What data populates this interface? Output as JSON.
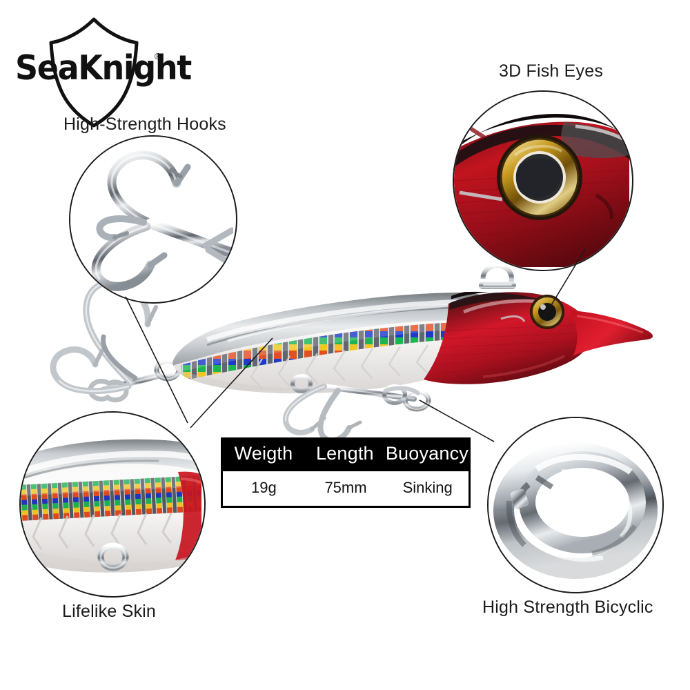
{
  "brand": {
    "name": "SeaKnight",
    "registered_mark": "®",
    "logo_shape": "shield-outline"
  },
  "callouts": [
    {
      "id": "hooks",
      "label": "High-Strength Hooks",
      "detail": "chrome-treble-hook"
    },
    {
      "id": "eyes",
      "label": "3D Fish Eyes",
      "detail": "gold-ringed-3d-eye"
    },
    {
      "id": "skin",
      "label": "Lifelike Skin",
      "detail": "holographic-striped-body"
    },
    {
      "id": "ring",
      "label": "High Strength Bicyclic",
      "detail": "chrome-split-ring"
    }
  ],
  "spec_table": {
    "headers": [
      "Weigth",
      "Length",
      "Buoyancy"
    ],
    "values": [
      "19g",
      "75mm",
      "Sinking"
    ]
  },
  "product": {
    "type": "hard-body-minnow-lure",
    "head_color": "#c41220",
    "belly_color": "#f4f2f0",
    "back_color": "#8d9096",
    "stripe_colors": [
      "#1430c8",
      "#12b24a",
      "#f2c316",
      "#ef5a12",
      "#d01818",
      "#6a2ea0"
    ],
    "eye_iris_color": "#b8860b",
    "hardware_color": "#c9ccd1"
  },
  "colors": {
    "background": "#ffffff",
    "text": "#1a1a1a",
    "table_header_bg": "#000000",
    "table_header_text": "#ffffff",
    "outline": "#1b1b1b"
  }
}
